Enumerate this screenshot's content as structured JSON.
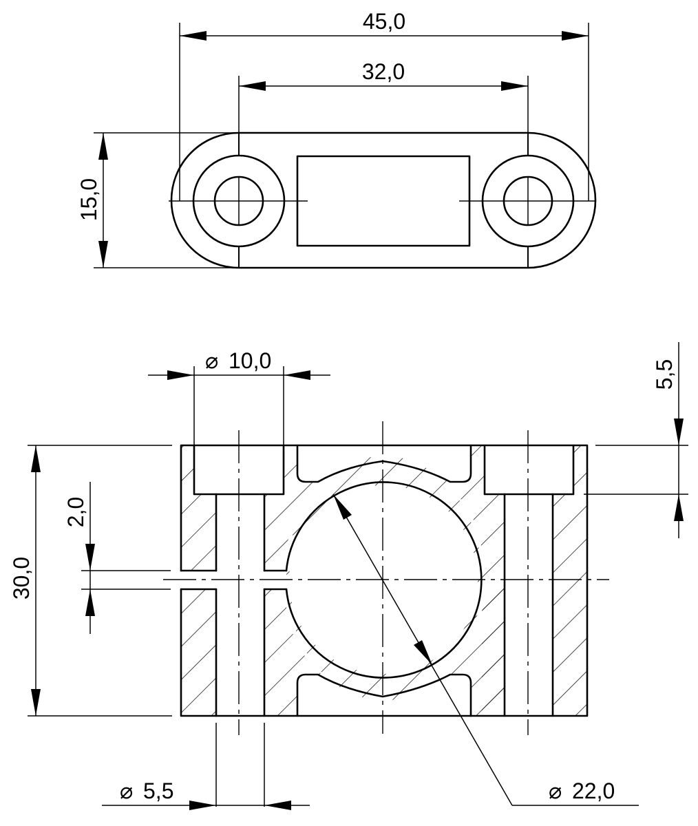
{
  "top_view": {
    "dim_overall_length": "45,0",
    "dim_hole_spacing": "32,0",
    "dim_width": "15,0"
  },
  "section_view": {
    "dim_counterbore_dia": "10,0",
    "dim_counterbore_depth": "5,5",
    "dim_height": "30,0",
    "dim_slot_gap": "2,0",
    "dim_hole_dia": "5,5",
    "dim_bore_dia": "22,0",
    "diameter_symbol": "⌀"
  }
}
